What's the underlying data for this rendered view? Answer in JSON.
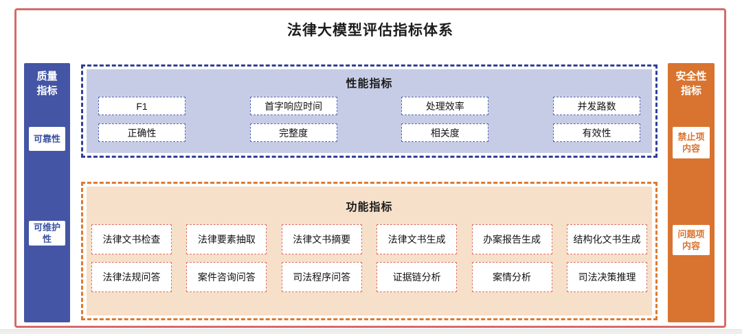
{
  "title": "法律大模型评估指标体系",
  "colors": {
    "frame_border": "#d66a6a",
    "quality_bar": "#4355a4",
    "security_bar": "#d8742f",
    "performance_fill": "#c7cce6",
    "performance_border": "#2e3f97",
    "functional_fill": "#f6e0c9",
    "functional_border": "#dd7a31"
  },
  "quality": {
    "header": "质量\n指标",
    "items": [
      "可靠性",
      "可维护\n性"
    ]
  },
  "security": {
    "header": "安全性\n指标",
    "items": [
      "禁止项\n内容",
      "问题项\n内容"
    ]
  },
  "performance": {
    "title": "性能指标",
    "rows": [
      [
        "F1",
        "首字响应时间",
        "处理效率",
        "并发路数"
      ],
      [
        "正确性",
        "完整度",
        "相关度",
        "有效性"
      ]
    ]
  },
  "functional": {
    "title": "功能指标",
    "rows": [
      [
        "法律文书检查",
        "法律要素抽取",
        "法律文书摘要",
        "法律文书生成",
        "办案报告生成",
        "结构化文书生成"
      ],
      [
        "法律法规问答",
        "案件咨询问答",
        "司法程序问答",
        "证据链分析",
        "案情分析",
        "司法决策推理"
      ]
    ]
  }
}
